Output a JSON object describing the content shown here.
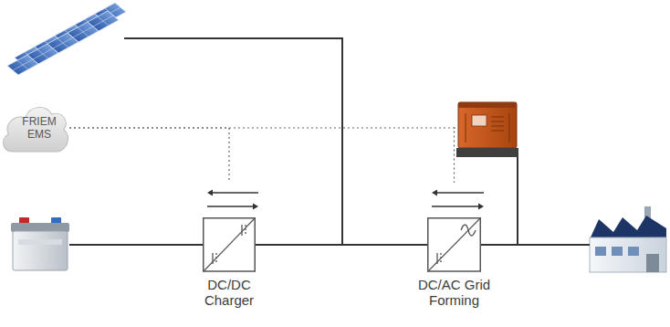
{
  "diagram": {
    "nodes": [
      {
        "text": [
          "FRIEM EMS"
        ]
      },
      {
        "text": [
          "DC/DC Charger"
        ]
      },
      {
        "text": [
          "DC/AC Grid Forming"
        ]
      }
    ],
    "edges": [
      {
        "from": 0,
        "to": 1,
        "arrow": "none"
      },
      {
        "from": 0,
        "to": 2,
        "arrow": "none"
      },
      {
        "from": 1,
        "to": 2,
        "arrow": "none"
      }
    ]
  }
}
